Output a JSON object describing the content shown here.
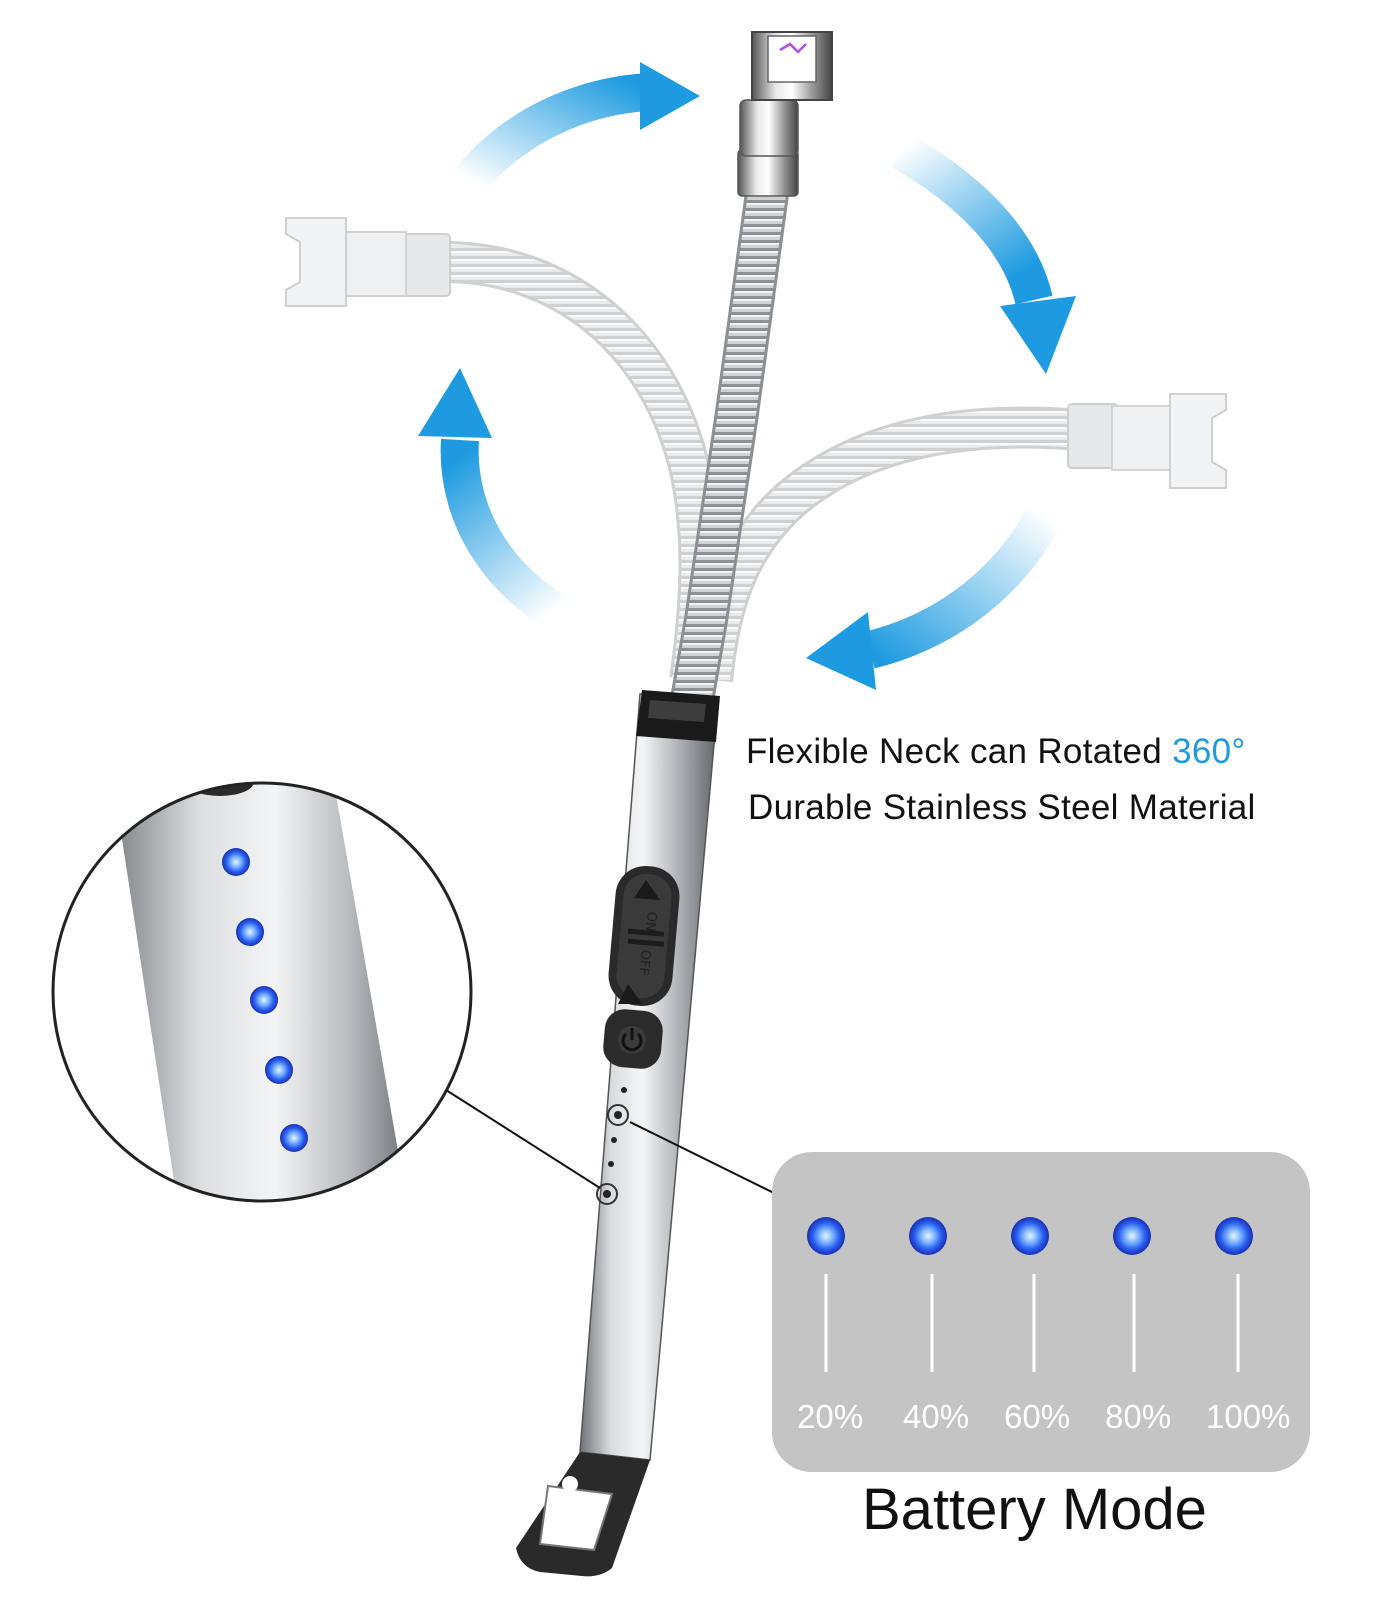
{
  "headline": {
    "line1_prefix": "Flexible Neck can Rotated ",
    "line1_accent": "360°",
    "line2": "Durable Stainless Steel Material"
  },
  "battery": {
    "title": "Battery Mode",
    "levels": [
      "20%",
      "40%",
      "60%",
      "80%",
      "100%"
    ]
  },
  "switch": {
    "on_label": "ON",
    "off_label": "OFF"
  },
  "icons": [
    "rotate-arrow-icon",
    "power-icon",
    "led-indicator-icon",
    "hanging-loop-icon"
  ],
  "colors": {
    "arrow_blue": "#1e9be0",
    "led_blue": "#2a6cf5",
    "body_silver": "#b9bdc2",
    "panel_gray": "#c4c4c4",
    "cap_black": "#1a1a1a"
  }
}
